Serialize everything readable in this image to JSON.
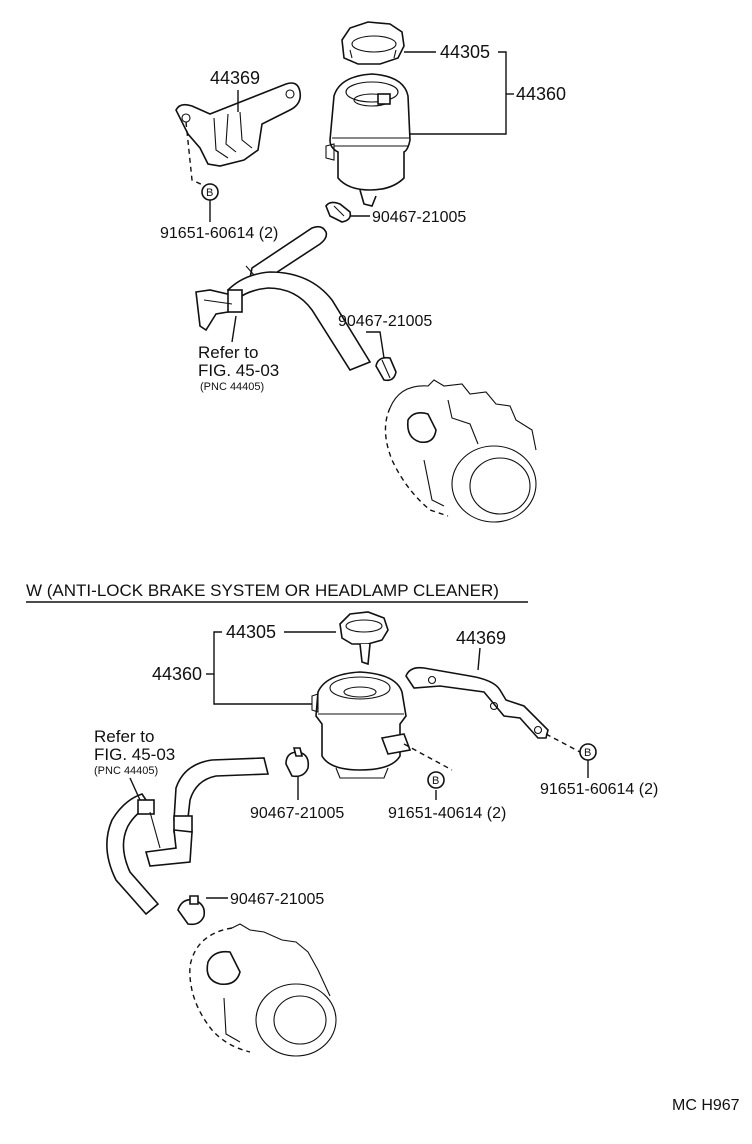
{
  "upper": {
    "cap_pn": "44305",
    "reservoir_pn": "44360",
    "bracket_pn": "44369",
    "bolt_symbol": "B",
    "bolt_pn": "91651-60614 (2)",
    "clamp1_pn": "90467-21005",
    "clamp2_pn": "90467-21005",
    "refer_line1": "Refer to",
    "refer_line2": "FIG. 45-03",
    "refer_line3": "(PNC 44405)"
  },
  "section_heading": "W (ANTI-LOCK BRAKE SYSTEM OR HEADLAMP CLEANER)",
  "lower": {
    "cap_pn": "44305",
    "reservoir_pn": "44360",
    "bracket_pn": "44369",
    "bolt_symbol_a": "B",
    "bolt_a_pn": "91651-40614 (2)",
    "bolt_symbol_b": "B",
    "bolt_b_pn": "91651-60614 (2)",
    "clamp1_pn": "90467-21005",
    "clamp2_pn": "90467-21005",
    "refer_line1": "Refer to",
    "refer_line2": "FIG. 45-03",
    "refer_line3": "(PNC 44405)"
  },
  "diagram_code": "MC H967"
}
